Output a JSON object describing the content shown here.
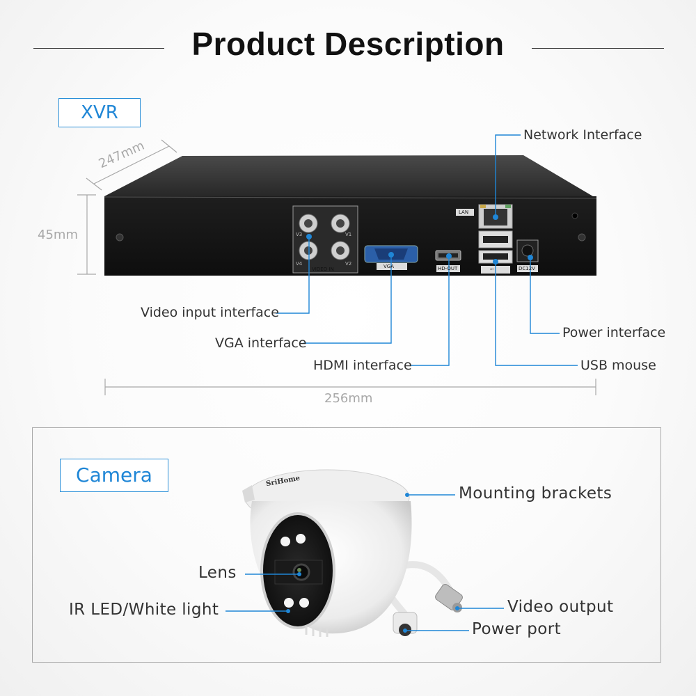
{
  "title": "Product Description",
  "xvr": {
    "section_label": "XVR",
    "dimensions": {
      "depth": "247mm",
      "height": "45mm",
      "width": "256mm"
    },
    "panel_labels": {
      "video_in": "VIDEO IN",
      "channels": [
        "V1",
        "V2",
        "V3",
        "V4"
      ],
      "vga": "VGA",
      "hdmi": "HD-OUT",
      "lan": "LAN",
      "usb": "⭠",
      "power": "DC12V"
    },
    "callouts": {
      "network": "Network Interface",
      "video_input": "Video input interface",
      "vga": "VGA interface",
      "hdmi": "HDMI interface",
      "power": "Power interface",
      "usb": "USB mouse"
    }
  },
  "camera": {
    "section_label": "Camera",
    "brand": "SriHome",
    "callouts": {
      "mounting": "Mounting brackets",
      "lens": "Lens",
      "ir_led": "IR LED/White light",
      "video_output": "Video output",
      "power_port": "Power port"
    }
  },
  "colors": {
    "accent": "#1f86d6",
    "device": "#1c1c1c",
    "dimension": "#a8a8a8"
  }
}
